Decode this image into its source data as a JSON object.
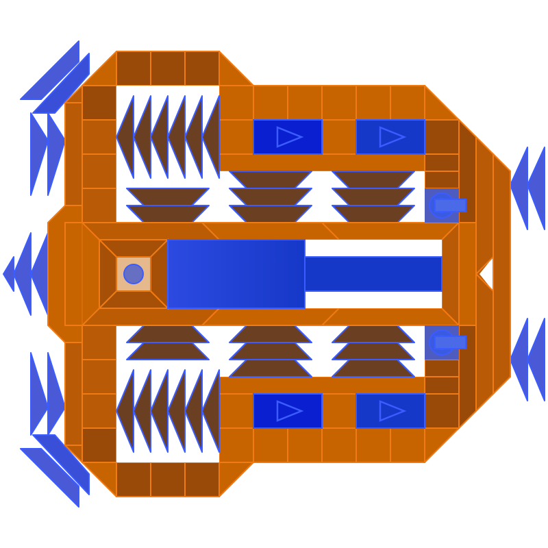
{
  "ship": {
    "name": "",
    "colors": {
      "hull": "#c86400",
      "hull_dark": "#9a4a08",
      "hull_edge": "#f07a14",
      "accent_blue": "#1e3ed6",
      "accent_blue_bright": "#0a1fd0",
      "fin_blue": "#4a5ad6",
      "armor_brown": "#5a2a0a",
      "background": "#ffffff"
    },
    "modules": {
      "thruster_panels": 4,
      "cargo_indicators": 4,
      "side_turrets": 2,
      "core_cannon": 1,
      "front_fins": 2,
      "rear_fins": 6
    }
  }
}
